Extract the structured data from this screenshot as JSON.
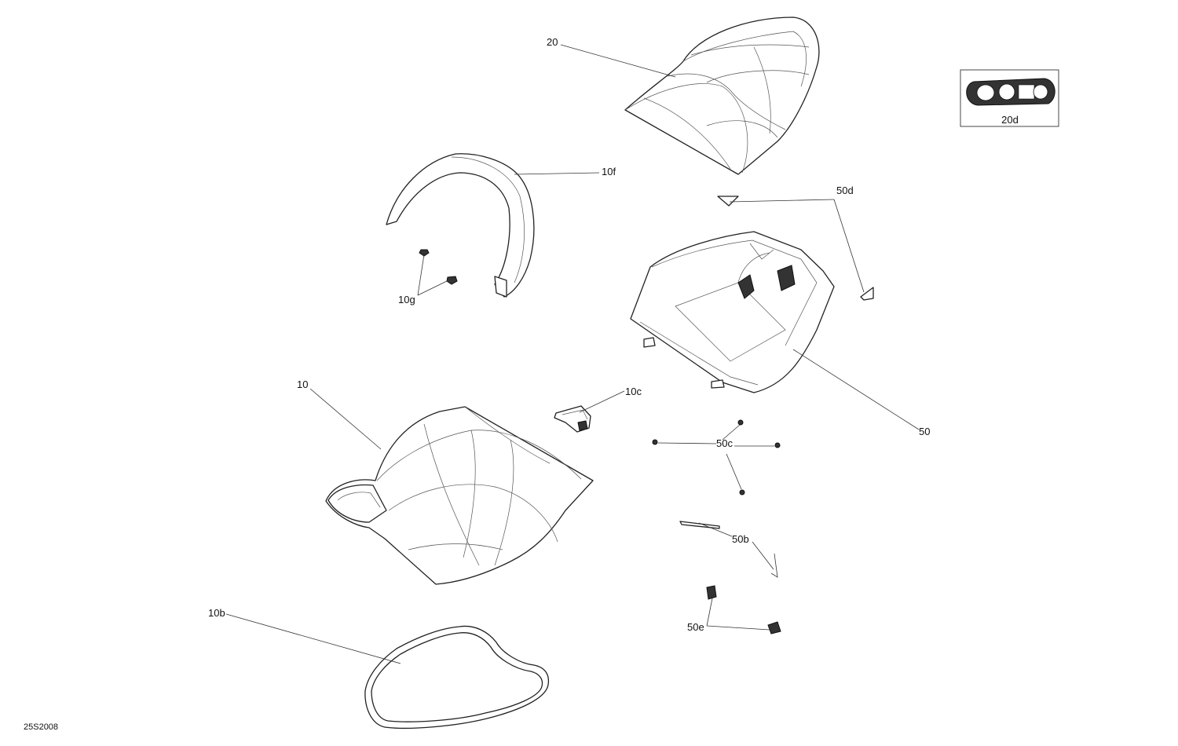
{
  "drawing_number": "25S2008",
  "callouts": {
    "c20": "20",
    "c10f": "10f",
    "c50d": "50d",
    "c10g": "10g",
    "c50": "50",
    "c10": "10",
    "c10c": "10c",
    "c50c": "50c",
    "c50b": "50b",
    "c10b": "10b",
    "c50e": "50e",
    "c20d": "20d"
  }
}
